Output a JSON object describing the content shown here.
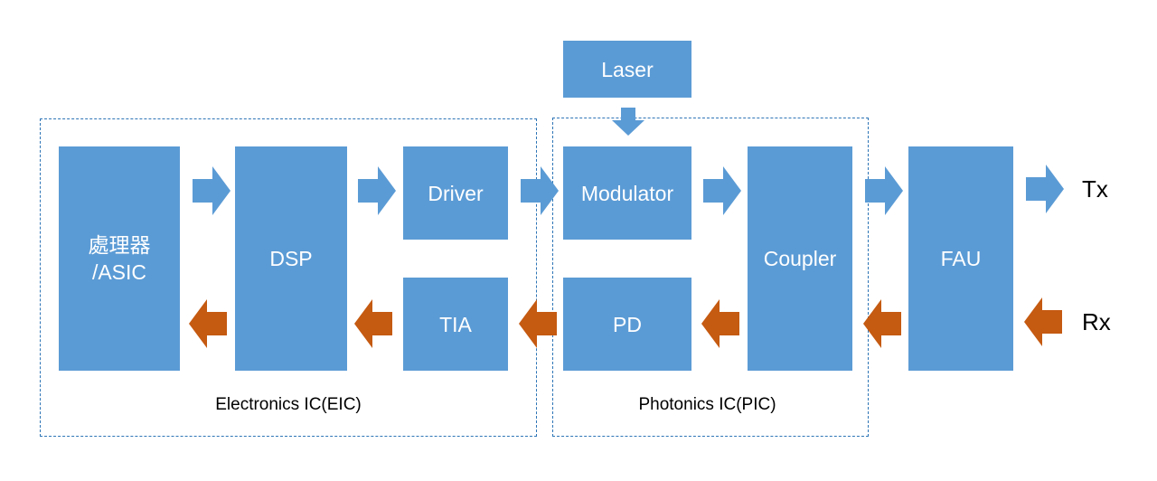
{
  "groups": {
    "eic_label": "Electronics IC(EIC)",
    "pic_label": "Photonics IC(PIC)"
  },
  "blocks": {
    "processor": "處理器\n/ASIC",
    "dsp": "DSP",
    "driver": "Driver",
    "tia": "TIA",
    "laser": "Laser",
    "modulator": "Modulator",
    "pd": "PD",
    "coupler": "Coupler",
    "fau": "FAU"
  },
  "io": {
    "tx": "Tx",
    "rx": "Rx"
  },
  "colors": {
    "block": "#5b9bd5",
    "tx_arrow": "#5b9bd5",
    "rx_arrow": "#c55a11",
    "group_border": "#2e75b6"
  }
}
